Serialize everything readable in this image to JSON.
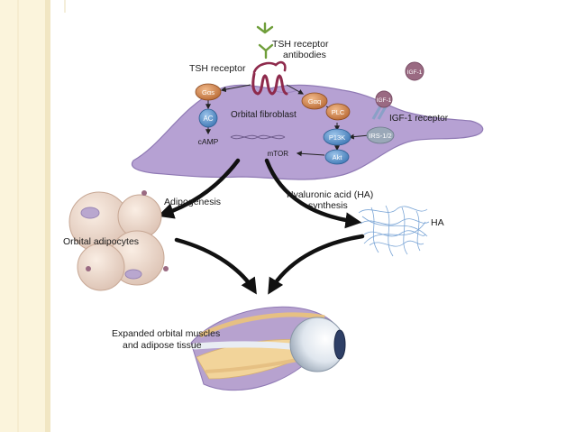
{
  "labels": {
    "tsh_receptor_antibodies_1": "TSH receptor",
    "tsh_receptor_antibodies_2": "antibodies",
    "tsh_receptor": "TSH receptor",
    "igf1_free": "IGF-1",
    "igf1_bound": "IGF-1",
    "igf1_receptor": "IGF-1 receptor",
    "orbital_fibroblast": "Orbital fibroblast",
    "gas": "Gαs",
    "ac": "AC",
    "camp": "cAMP",
    "gaq": "Gαq",
    "plc": "PLC",
    "p13k": "P13K",
    "akt": "Akt",
    "irs": "IRS-1/2",
    "mtor": "mTOR",
    "adipogenesis": "Adipogenesis",
    "ha_synthesis_1": "Hyaluronic acid (HA)",
    "ha_synthesis_2": "synthesis",
    "orbital_adipocytes": "Orbital adipocytes",
    "ha": "HA",
    "expanded_1": "Expanded orbital muscles",
    "expanded_2": "and adipose tissue"
  },
  "colors": {
    "fibroblast": "#b6a1d3",
    "signal_node": "#5b93cc",
    "g_protein": "#d08a58",
    "slide_stripe": "#fbf4dc"
  }
}
